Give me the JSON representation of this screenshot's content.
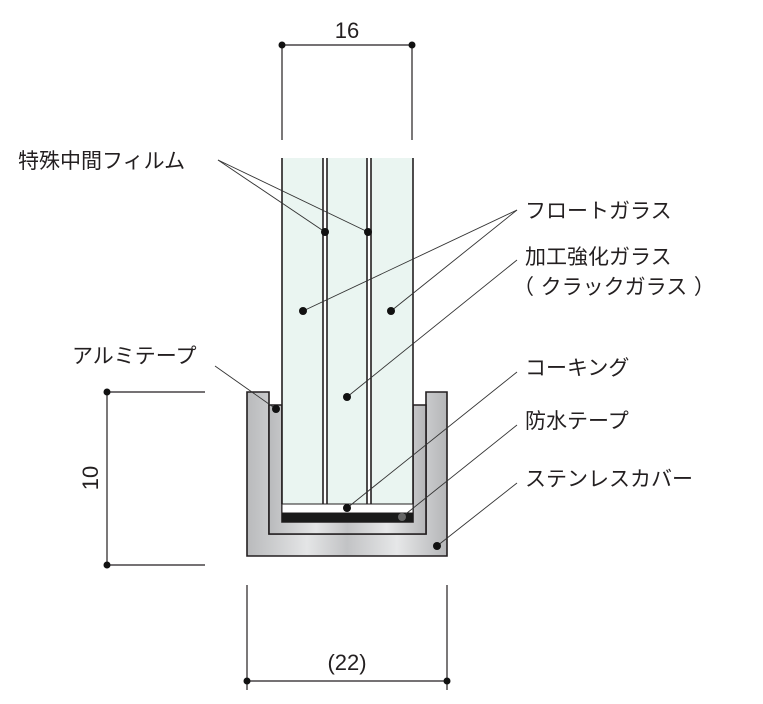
{
  "dimensions": {
    "glass_thickness": "16",
    "embed_depth": "10",
    "cover_width": "(22)"
  },
  "labels": {
    "interlayer_film": "特殊中間フィルム",
    "float_glass": "フロートガラス",
    "tempered_glass": "加工強化ガラス",
    "tempered_glass_sub": "（ クラックガラス ）",
    "aluminum_tape": "アルミテープ",
    "caulking": "コーキング",
    "waterproof_tape": "防水テープ",
    "stainless_cover": "ステンレスカバー"
  },
  "colors": {
    "glass": "#eaf5f1",
    "cover": "#c8c9cb",
    "tape": "#1a1a1a"
  }
}
